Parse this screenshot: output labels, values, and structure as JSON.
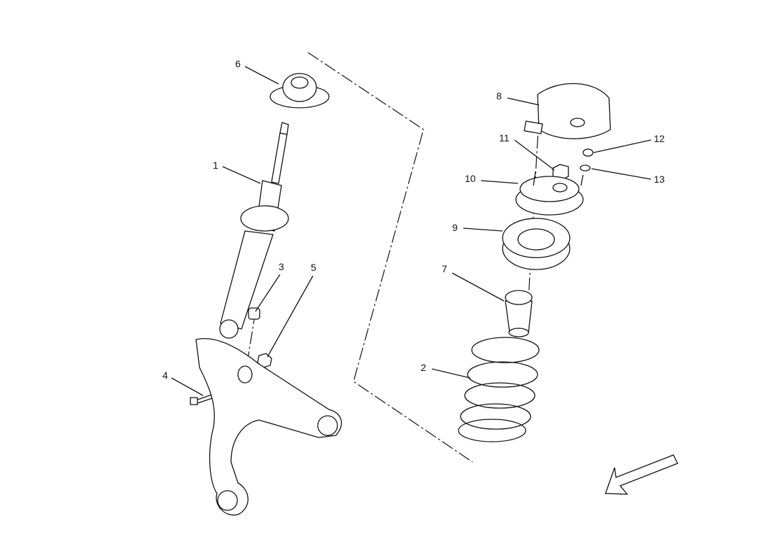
{
  "diagram": {
    "title": "Front suspension strut exploded view",
    "callouts": [
      {
        "number": "1",
        "part": "shock-absorber"
      },
      {
        "number": "2",
        "part": "coil-spring"
      },
      {
        "number": "3",
        "part": "bushing"
      },
      {
        "number": "4",
        "part": "bolt"
      },
      {
        "number": "5",
        "part": "nut"
      },
      {
        "number": "6",
        "part": "spring-seat"
      },
      {
        "number": "7",
        "part": "bump-stop"
      },
      {
        "number": "8",
        "part": "strut-cover"
      },
      {
        "number": "9",
        "part": "spring-insulator"
      },
      {
        "number": "10",
        "part": "top-mount"
      },
      {
        "number": "11",
        "part": "top-nut"
      },
      {
        "number": "12",
        "part": "nut"
      },
      {
        "number": "13",
        "part": "washer"
      }
    ],
    "direction_icon": "arrow-down-left-icon"
  }
}
